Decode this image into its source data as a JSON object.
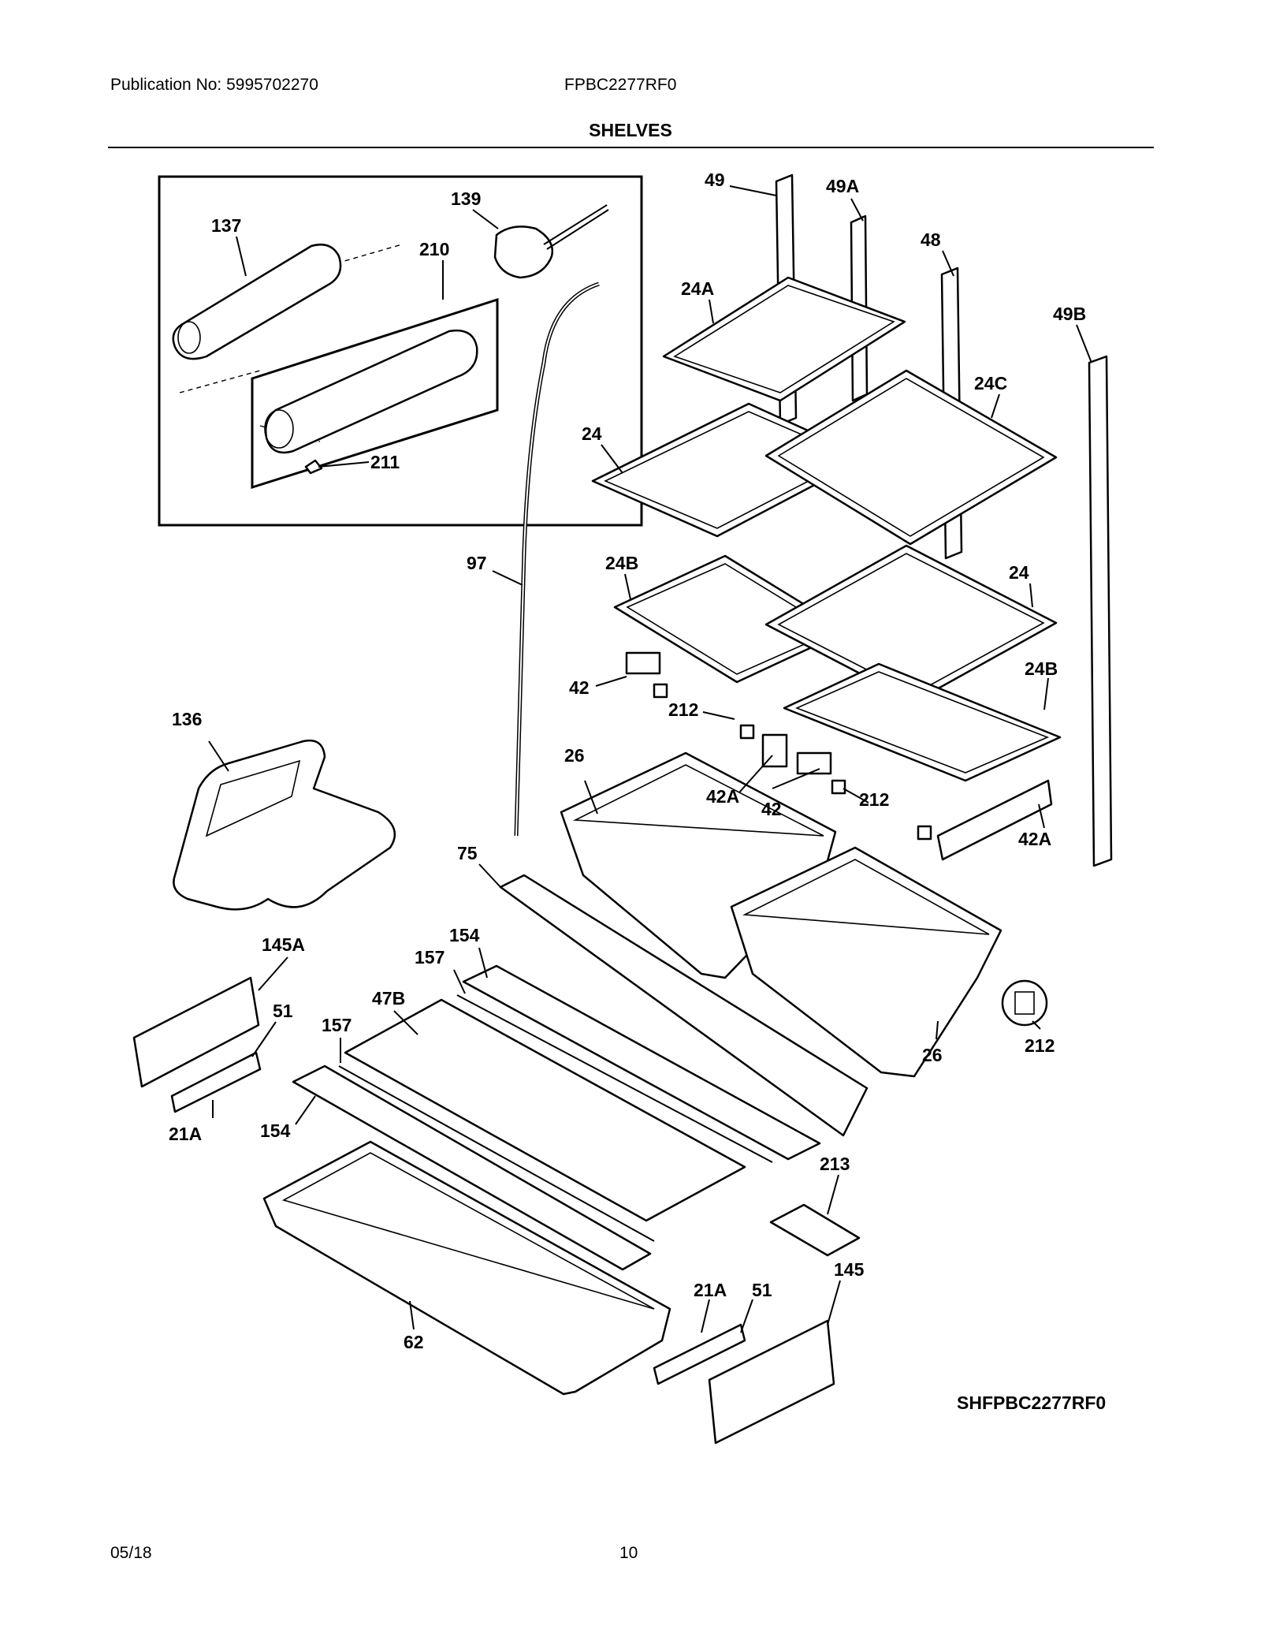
{
  "header": {
    "publication": "Publication No: 5995702270",
    "model": "FPBC2277RF0",
    "section_title": "SHELVES"
  },
  "diagram": {
    "code": "SHFPBC2277RF0",
    "part_labels": [
      "49",
      "49A",
      "48",
      "49B",
      "137",
      "139",
      "210",
      "211",
      "24A",
      "24C",
      "24",
      "97",
      "24B",
      "24",
      "42",
      "212",
      "24B",
      "136",
      "26",
      "42A",
      "42",
      "212",
      "42A",
      "75",
      "154",
      "145A",
      "157",
      "47B",
      "51",
      "157",
      "212",
      "26",
      "21A",
      "154",
      "213",
      "21A",
      "51",
      "145",
      "62"
    ]
  },
  "footer": {
    "date": "05/18",
    "page": "10"
  }
}
